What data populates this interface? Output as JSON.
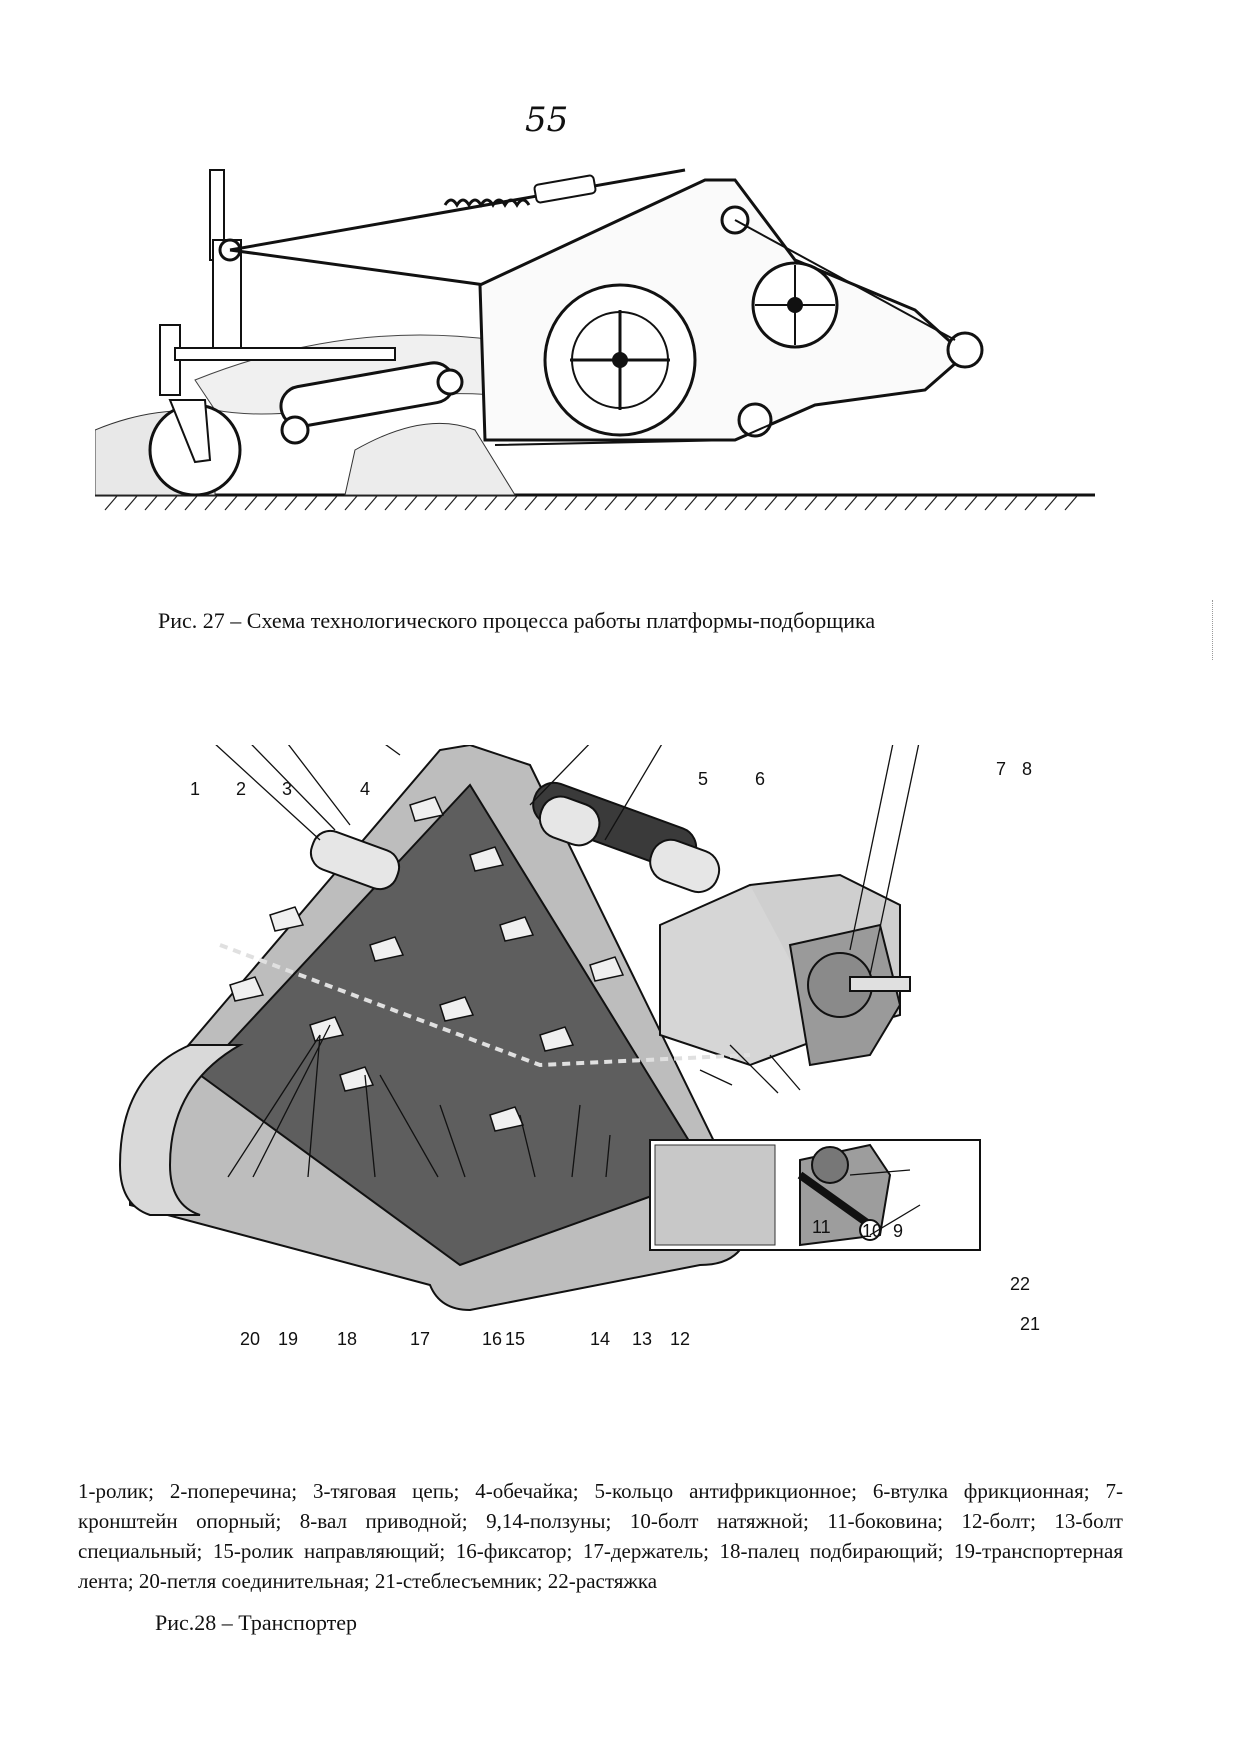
{
  "page_number": "55",
  "figure27": {
    "caption": "Рис. 27 – Схема технологического процесса работы платформы-подборщика"
  },
  "figure28": {
    "callouts": [
      "1",
      "2",
      "3",
      "4",
      "5",
      "6",
      "7",
      "8",
      "9",
      "10",
      "11",
      "12",
      "13",
      "14",
      "15",
      "16",
      "17",
      "18",
      "19",
      "20",
      "21",
      "22"
    ],
    "legend": "1-ролик; 2-поперечина; 3-тяговая цепь; 4-обечайка; 5-кольцо антифрикционное; 6-втулка фрикционная; 7-кронштейн опорный; 8-вал приводной; 9,14-ползуны; 10-болт натяжной; 11-боковина; 12-болт; 13-болт специальный; 15-ролик направляющий; 16-фиксатор; 17-держатель; 18-палец подбирающий; 19-транспортерная лента; 20-петля соединительная; 21-стеблесъемник; 22-растяжка",
    "caption": "Рис.28 – Транспортер"
  }
}
